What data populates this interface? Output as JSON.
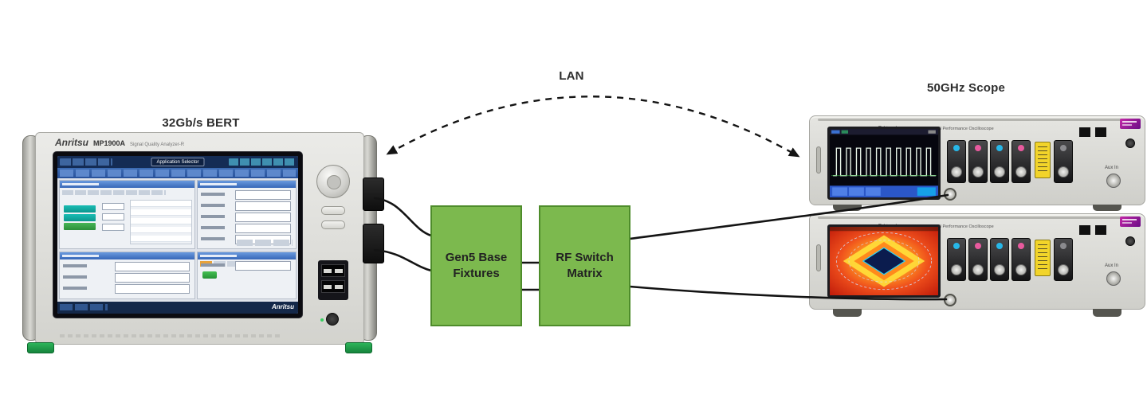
{
  "labels": {
    "bert": "32Gb/s BERT",
    "lan": "LAN",
    "scope": "50GHz Scope"
  },
  "flow_boxes": {
    "gen5": {
      "line1": "Gen5 Base",
      "line2": "Fixtures"
    },
    "rf": {
      "line1": "RF Switch",
      "line2": "Matrix"
    }
  },
  "bert": {
    "brand": "Anritsu",
    "model": "MP1900A",
    "model_desc": "Signal Quality Analyzer-R",
    "screen": {
      "app_selector": "Application Selector",
      "taskbar_brand": "Anritsu"
    }
  },
  "scopes": {
    "brand": "Tektronix",
    "model": "DPO77002SX ATI Performance Oscilloscope",
    "aux_label": "Aux In"
  },
  "colors": {
    "flow_box_fill": "#7CB94E",
    "flow_box_border": "#4E8C2B",
    "cable": "#141414",
    "caution_yellow": "#F2D42A",
    "tek_badge_magenta": "#A21894",
    "bert_screen_blue": "#2E5FA7",
    "heatmap_red": "#C81A10",
    "waveform_screen": "#05050C",
    "bert_foot_green": "#21A24B"
  }
}
